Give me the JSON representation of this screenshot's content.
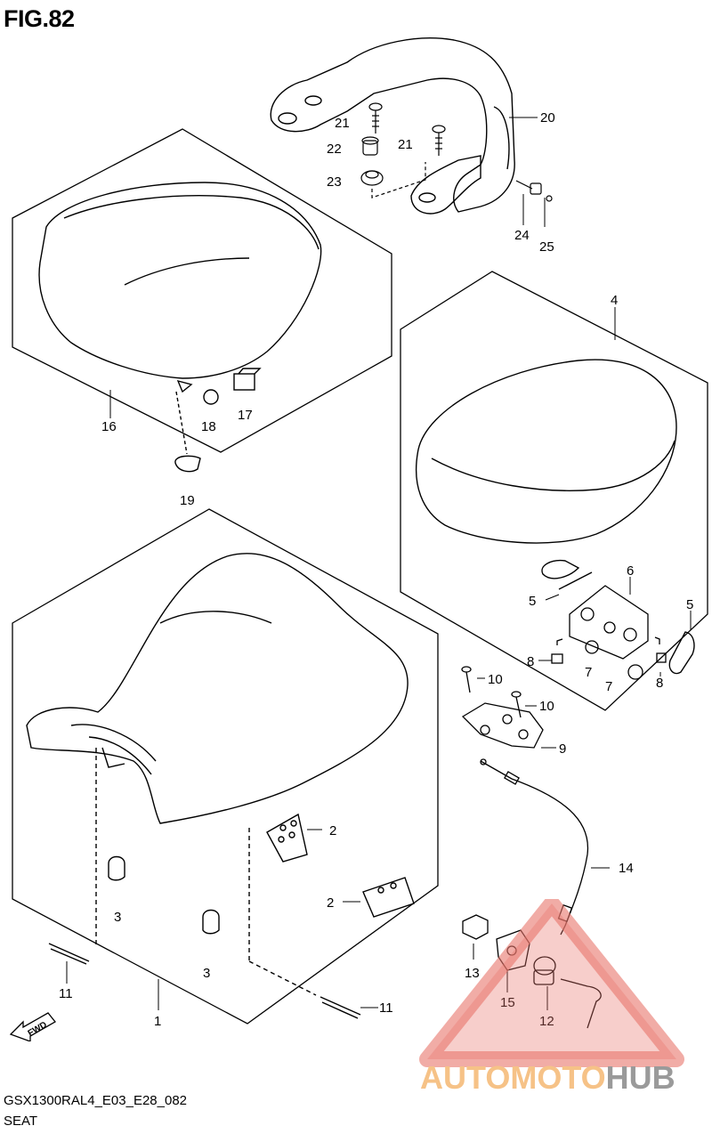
{
  "figure": {
    "title": "FIG.82"
  },
  "footer": {
    "model_code": "GSX1300RAL4_E03_E28_082",
    "section": "SEAT"
  },
  "fwd_arrow": {
    "label": "FWD"
  },
  "watermark": {
    "brand_left": "AUTOMOTO",
    "brand_right": "HUB",
    "accent_color": "#e8746a",
    "text_color": "#f6c287"
  },
  "callouts": [
    {
      "id": "c20",
      "text": "20"
    },
    {
      "id": "c21a",
      "text": "21"
    },
    {
      "id": "c21b",
      "text": "21"
    },
    {
      "id": "c22",
      "text": "22"
    },
    {
      "id": "c23",
      "text": "23"
    },
    {
      "id": "c24",
      "text": "24"
    },
    {
      "id": "c25",
      "text": "25"
    },
    {
      "id": "c16",
      "text": "16"
    },
    {
      "id": "c17",
      "text": "17"
    },
    {
      "id": "c18",
      "text": "18"
    },
    {
      "id": "c19",
      "text": "19"
    },
    {
      "id": "c4",
      "text": "4"
    },
    {
      "id": "c6",
      "text": "6"
    },
    {
      "id": "c5a",
      "text": "5"
    },
    {
      "id": "c5b",
      "text": "5"
    },
    {
      "id": "c8a",
      "text": "8"
    },
    {
      "id": "c8b",
      "text": "8"
    },
    {
      "id": "c7a",
      "text": "7"
    },
    {
      "id": "c7b",
      "text": "7"
    },
    {
      "id": "c10a",
      "text": "10"
    },
    {
      "id": "c10b",
      "text": "10"
    },
    {
      "id": "c9",
      "text": "9"
    },
    {
      "id": "c14",
      "text": "14"
    },
    {
      "id": "c2a",
      "text": "2"
    },
    {
      "id": "c2b",
      "text": "2"
    },
    {
      "id": "c3a",
      "text": "3"
    },
    {
      "id": "c3b",
      "text": "3"
    },
    {
      "id": "c11a",
      "text": "11"
    },
    {
      "id": "c11b",
      "text": "11"
    },
    {
      "id": "c1",
      "text": "1"
    },
    {
      "id": "c13",
      "text": "13"
    },
    {
      "id": "c15",
      "text": "15"
    },
    {
      "id": "c12",
      "text": "12"
    }
  ]
}
